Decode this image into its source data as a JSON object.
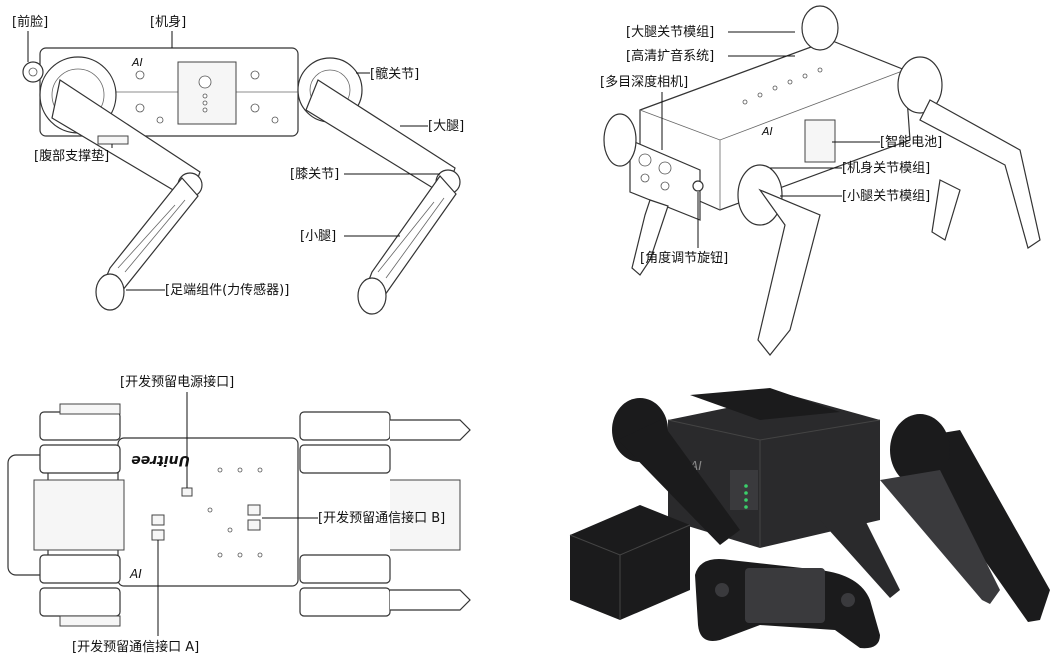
{
  "side_view": {
    "labels": {
      "front_face": "[前脸]",
      "body": "[机身]",
      "hip_joint": "[髋关节]",
      "thigh": "[大腿]",
      "belly_pad": "[腹部支撑垫]",
      "knee_joint": "[膝关节]",
      "calf": "[小腿]",
      "foot": "[足端组件(力传感器)]"
    }
  },
  "iso_view": {
    "labels": {
      "thigh_module": "[大腿关节模组]",
      "speaker": "[高清扩音系统]",
      "depth_camera": "[多目深度相机]",
      "battery": "[智能电池]",
      "body_module": "[机身关节模组]",
      "calf_module": "[小腿关节模组]",
      "angle_knob": "[角度调节旋钮]"
    }
  },
  "top_view": {
    "labels": {
      "power_port": "[开发预留电源接口]",
      "comm_b": "[开发预留通信接口 B]",
      "comm_a": "[开发预留通信接口 A]"
    },
    "brand": "Unitree"
  },
  "photo": {
    "body_mark": "AI"
  },
  "colors": {
    "line": "#111111",
    "robot_black": "#1b1b1c",
    "status_led": "#3ad06a"
  }
}
